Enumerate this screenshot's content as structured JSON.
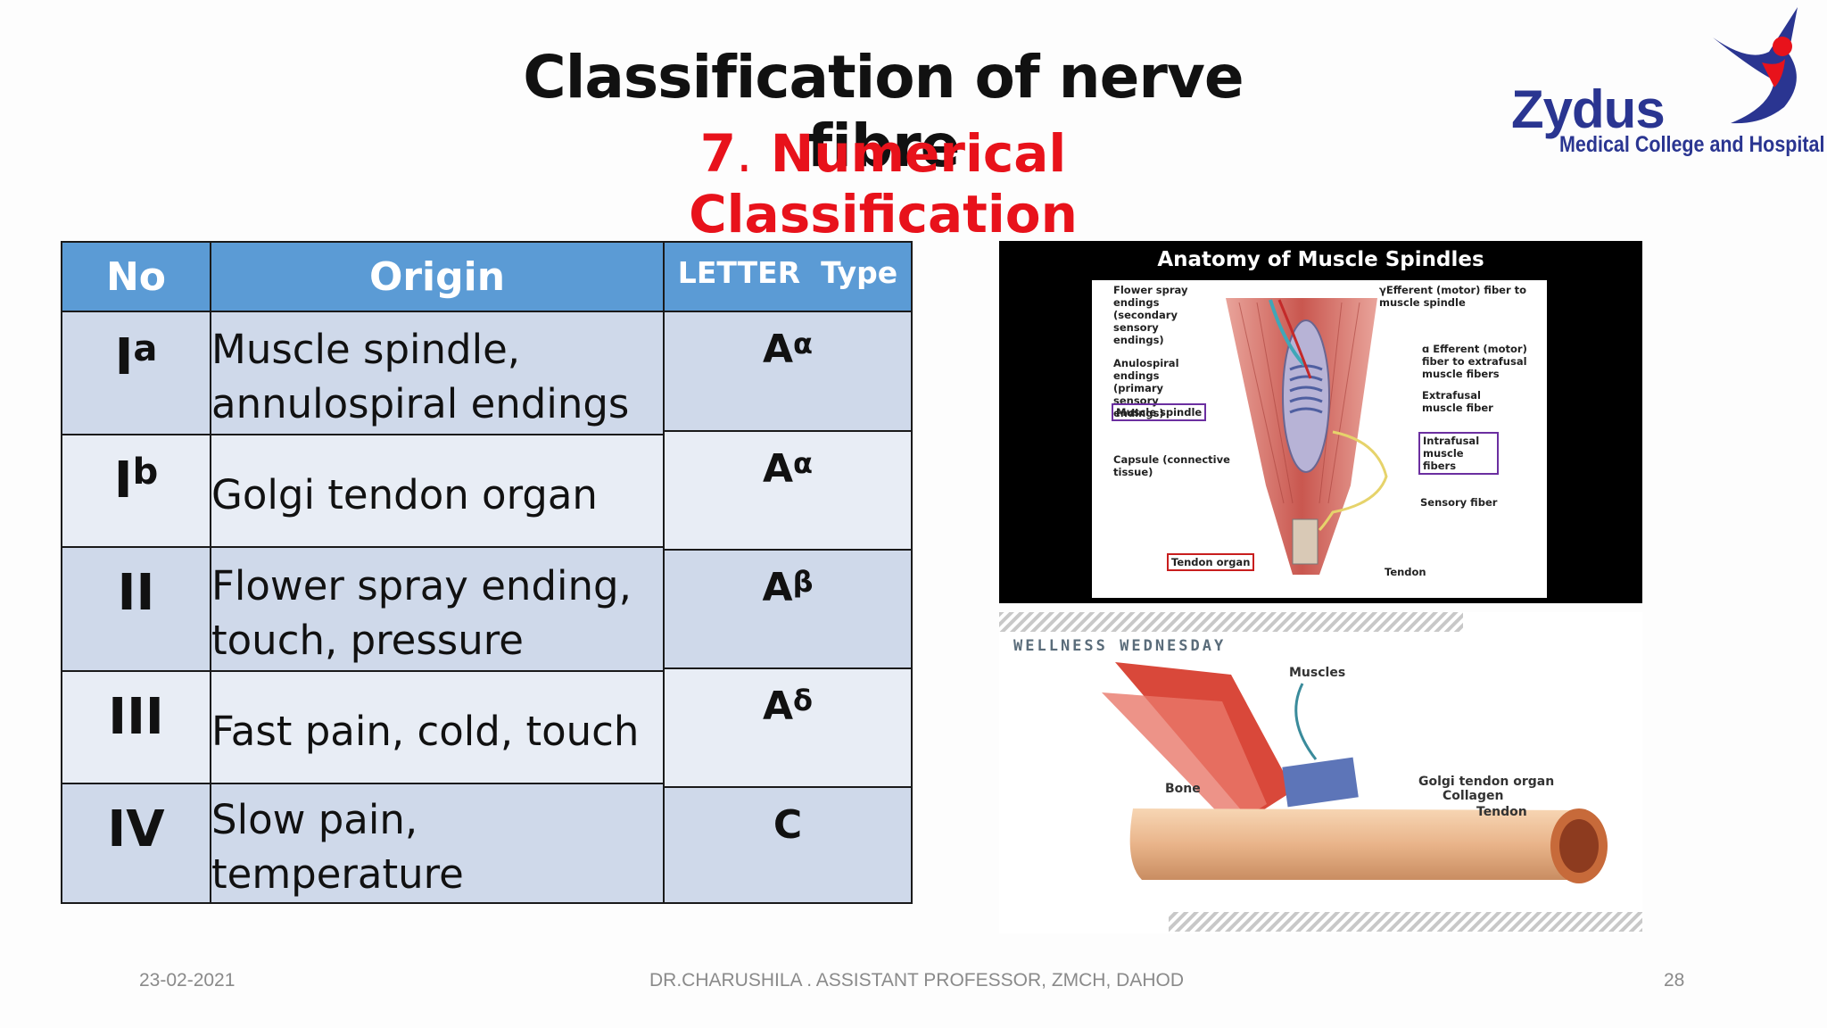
{
  "title": "Classification of nerve fibre",
  "subtitle": {
    "number": "7",
    "dot": ".",
    "text": "Numerical Classification"
  },
  "logo": {
    "word": "Zydus",
    "subtitle": "Medical College and Hospital"
  },
  "table": {
    "headers": {
      "no": "No",
      "origin": "Origin",
      "letter": "LETTER  Type"
    },
    "rows": [
      {
        "no": "I",
        "no_sub": "a",
        "origin_line1": "Muscle spindle,",
        "origin_line2": "annulospiral endings",
        "letter": "A",
        "letter_sub": "α"
      },
      {
        "no": "I",
        "no_sub": "b",
        "origin_line1": "Golgi tendon organ",
        "origin_line2": "",
        "letter": "A",
        "letter_sub": "α"
      },
      {
        "no": "II",
        "no_sub": "",
        "origin_line1": "Flower spray ending,",
        "origin_line2": "touch, pressure",
        "letter": "A",
        "letter_sub": "β"
      },
      {
        "no": "III",
        "no_sub": "",
        "origin_line1": "Fast pain, cold, touch",
        "origin_line2": "",
        "letter": "A",
        "letter_sub": "δ"
      },
      {
        "no": "IV",
        "no_sub": "",
        "origin_line1": "Slow pain,",
        "origin_line2": "temperature",
        "letter": "C",
        "letter_sub": ""
      }
    ]
  },
  "figure1": {
    "title": "Anatomy of Muscle Spindles",
    "labels": {
      "flower_spray": "Flower spray endings (secondary sensory endings)",
      "gamma_efferent": "γEfferent (motor) fiber to muscle spindle",
      "annulospiral": "Anulospiral endings (primary sensory endings)",
      "alpha_efferent": "ɑ Efferent (motor) fiber to extrafusal muscle fibers",
      "muscle_spindle": "Muscle spindle",
      "extrafusal": "Extrafusal muscle fiber",
      "intrafusal": "Intrafusal muscle fibers",
      "capsule": "Capsule (connective tissue)",
      "sensory_fiber": "Sensory fiber",
      "tendon_organ": "Tendon organ",
      "tendon": "Tendon"
    }
  },
  "figure2": {
    "banner": "WELLNESS WEDNESDAY",
    "labels": {
      "muscles": "Muscles",
      "bone": "Bone",
      "golgi": "Golgi tendon organ",
      "collagen": "Collagen",
      "tendon": "Tendon"
    }
  },
  "footer": {
    "date": "23-02-2021",
    "author": "DR.CHARUSHILA . ASSISTANT PROFESSOR, ZMCH, DAHOD",
    "page": "28"
  },
  "colors": {
    "title": "#111111",
    "subtitle": "#e8121b",
    "header_bg": "#5b9bd5",
    "row_dark": "#cfd9ea",
    "row_light": "#e8edf5",
    "logo": "#2a3591"
  }
}
